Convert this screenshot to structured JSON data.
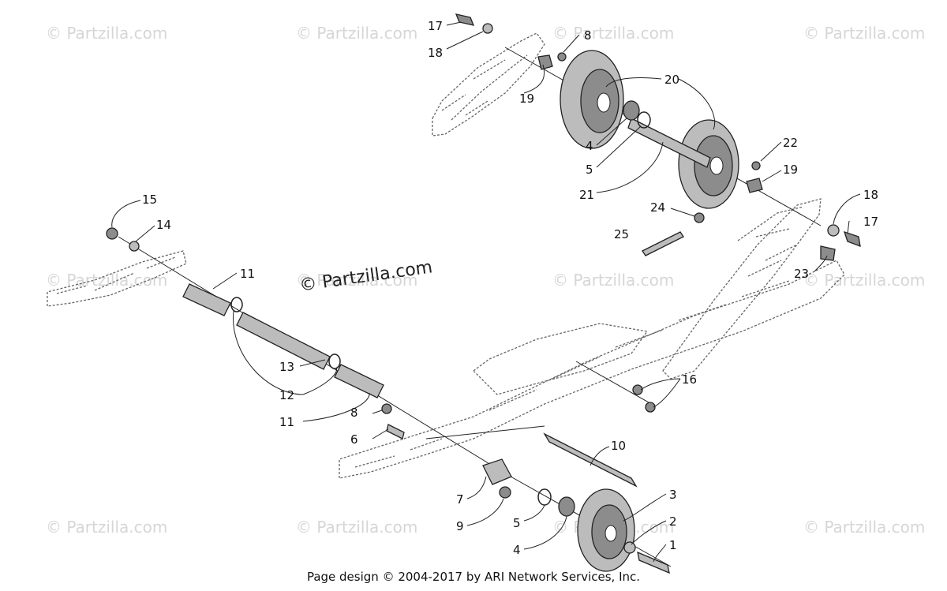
{
  "watermarks": [
    "© Partzilla.com",
    "© Partzilla.com",
    "© Partzilla.com",
    "© Partzilla.com",
    "© Partzilla.com",
    "© Partzilla.com",
    "© Partzilla.com",
    "© Partzilla.com",
    "© Partzilla.com",
    "© Partzilla.com",
    "© Partzilla.com",
    "© Partzilla.com"
  ],
  "center_watermark": "© Partzilla.com",
  "callouts": {
    "c1": "1",
    "c2": "2",
    "c3": "3",
    "c4a": "4",
    "c4b": "4",
    "c5a": "5",
    "c5b": "5",
    "c6": "6",
    "c7": "7",
    "c8a": "8",
    "c8b": "8",
    "c9": "9",
    "c10": "10",
    "c11a": "11",
    "c11b": "11",
    "c12": "12",
    "c13": "13",
    "c14": "14",
    "c15": "15",
    "c16": "16",
    "c17a": "17",
    "c17b": "17",
    "c18a": "18",
    "c18b": "18",
    "c19a": "19",
    "c19b": "19",
    "c20": "20",
    "c21": "21",
    "c22": "22",
    "c23": "23",
    "c24": "24",
    "c25": "25"
  },
  "footer": "Page design © 2004-2017 by ARI Network Services, Inc."
}
